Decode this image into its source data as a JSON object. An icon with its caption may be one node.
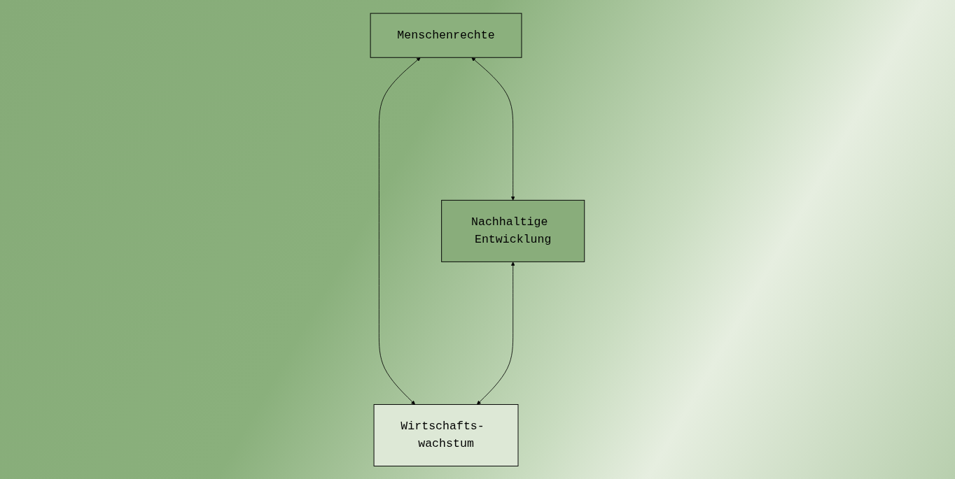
{
  "diagram": {
    "nodes": [
      {
        "text": [
          "Menschenrechte"
        ]
      },
      {
        "text": [
          "Nachhaltige Entwicklung"
        ]
      },
      {
        "text": [
          "Wirtschafts- wachstum"
        ]
      }
    ],
    "edges": [
      {
        "from": 0,
        "to": 1,
        "arrow": "both"
      },
      {
        "from": 0,
        "to": 2,
        "arrow": "both"
      },
      {
        "from": 1,
        "to": 2,
        "arrow": "both"
      }
    ]
  }
}
